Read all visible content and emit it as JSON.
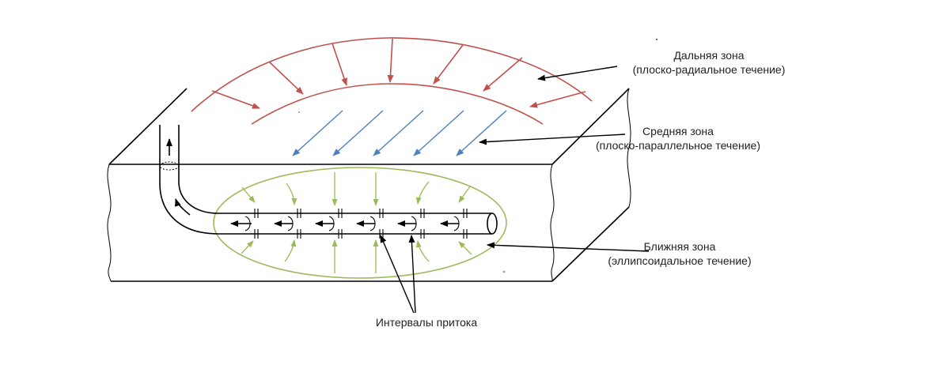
{
  "labels": {
    "far_zone_title": "Дальняя зона",
    "far_zone_desc": "(плоско-радиальное течение)",
    "middle_zone_title": "Средняя зона",
    "middle_zone_desc": "(плоско-параллельное течение)",
    "near_zone_title": "Ближняя зона",
    "near_zone_desc": "(эллипсоидальное течение)",
    "inflow_intervals": "Интервалы притока"
  },
  "colors": {
    "far_zone": "#c0504d",
    "middle_zone": "#4f81bd",
    "near_zone": "#9bbb59",
    "outline": "#000000"
  }
}
